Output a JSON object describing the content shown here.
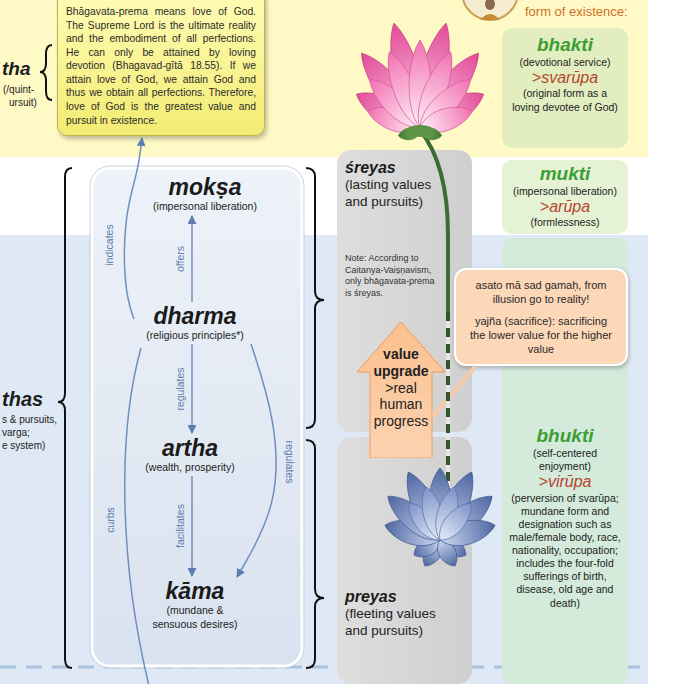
{
  "diagram": {
    "nodes": [
      {
        "text": [
          "Bhāgavata-prema means love of God. The Supreme Lord is the ultimate reality and the embodiment of all perfections. He can only be attained by loving devotion (Bhagavad-gītā 18.55). If we attain love of God, we attain God and thus we obtain all perfections. Therefore, love of God is the greatest value and pursuit in existence."
        ]
      },
      {
        "text": [
          "bhakti",
          "(devotional service)",
          ">svarūpa",
          "(original form as a loving devotee of God)"
        ]
      },
      {
        "text": [
          "śreyas",
          "(lasting values and pursuits)",
          "Note: According to Caitanya-Vaiṣṇavism, only bhāgavata-prema is śreyas."
        ]
      },
      {
        "text": [
          "mokṣa",
          "(impersonal liberation)"
        ]
      },
      {
        "text": [
          "mukti",
          "(impersonal liberation)",
          ">arūpa",
          "(formlessness)"
        ]
      },
      {
        "text": [
          "dharma",
          "(religious principles*)"
        ]
      },
      {
        "text": [
          "asato mā sad gamaḥ, from illusion go to reality!",
          "yajña (sacrifice): sacrificing the lower value for the higher value"
        ]
      },
      {
        "text": [
          "value upgrade",
          ">real human progress"
        ]
      },
      {
        "text": [
          "artha",
          "(wealth, prosperity)"
        ]
      },
      {
        "text": [
          "bhukti",
          "(self-centered enjoyment)",
          ">virūpa",
          "(perversion of svarūpa; mundane form and designation such as male/female body, race, nationality, occupation; includes the four-fold sufferings of birth, disease, old age and death)"
        ]
      },
      {
        "text": [
          "kāma",
          "(mundane & sensuous desires)"
        ]
      },
      {
        "text": [
          "preyas",
          "(fleeting values and pursuits)"
        ]
      }
    ],
    "edges": [
      {
        "from": 5,
        "to": 3,
        "arrow": "to",
        "label": "offers"
      },
      {
        "from": 5,
        "to": 8,
        "arrow": "to",
        "label": "regulates"
      },
      {
        "from": 5,
        "to": 10,
        "arrow": "to",
        "label": "regulates"
      },
      {
        "from": 8,
        "to": 10,
        "arrow": "to",
        "label": "facilitates"
      },
      {
        "from": 5,
        "to": 0,
        "arrow": "to",
        "label": "indicates"
      },
      {
        "from": 6,
        "to": 7,
        "arrow": "none"
      }
    ],
    "labels": [
      "form of existence:",
      "tha",
      "(/quint-",
      "ursuit)",
      "thas",
      "s & pursuits,",
      "varga;",
      "e system)",
      "curbs"
    ]
  }
}
